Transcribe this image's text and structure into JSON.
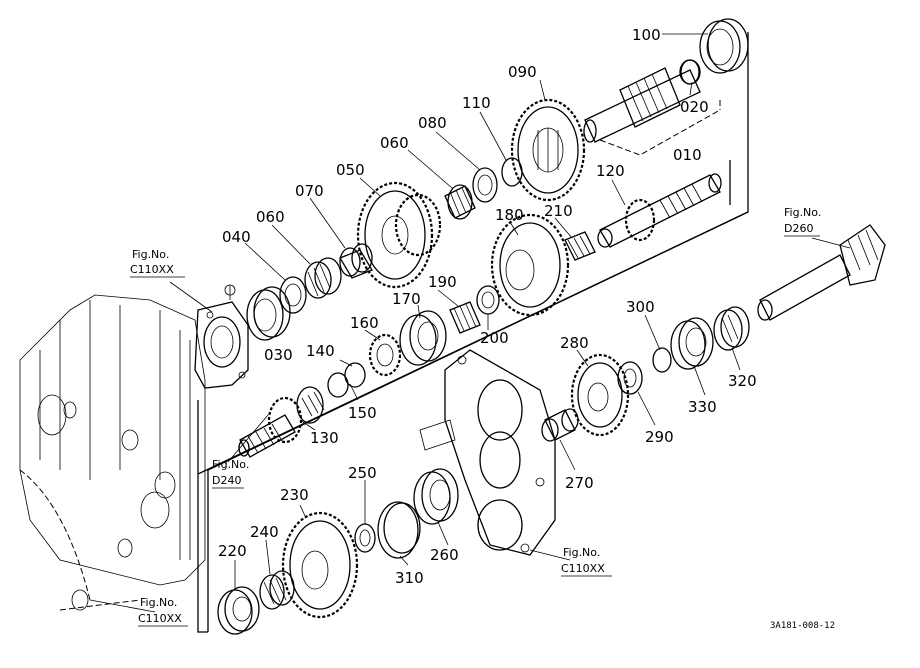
{
  "parts": [
    {
      "id": "p100",
      "label": "100"
    },
    {
      "id": "p020",
      "label": "020"
    },
    {
      "id": "p090",
      "label": "090"
    },
    {
      "id": "p010",
      "label": "010"
    },
    {
      "id": "p110",
      "label": "110"
    },
    {
      "id": "p080",
      "label": "080"
    },
    {
      "id": "p060a",
      "label": "060"
    },
    {
      "id": "p120",
      "label": "120"
    },
    {
      "id": "p050",
      "label": "050"
    },
    {
      "id": "p070",
      "label": "070"
    },
    {
      "id": "p060b",
      "label": "060"
    },
    {
      "id": "p040",
      "label": "040"
    },
    {
      "id": "p180",
      "label": "180"
    },
    {
      "id": "p210",
      "label": "210"
    },
    {
      "id": "p190",
      "label": "190"
    },
    {
      "id": "p170",
      "label": "170"
    },
    {
      "id": "p200",
      "label": "200"
    },
    {
      "id": "p160",
      "label": "160"
    },
    {
      "id": "p030",
      "label": "030"
    },
    {
      "id": "p140",
      "label": "140"
    },
    {
      "id": "p150",
      "label": "150"
    },
    {
      "id": "p130",
      "label": "130"
    },
    {
      "id": "p300",
      "label": "300"
    },
    {
      "id": "p280",
      "label": "280"
    },
    {
      "id": "p320",
      "label": "320"
    },
    {
      "id": "p330",
      "label": "330"
    },
    {
      "id": "p290",
      "label": "290"
    },
    {
      "id": "p270",
      "label": "270"
    },
    {
      "id": "p250",
      "label": "250"
    },
    {
      "id": "p230",
      "label": "230"
    },
    {
      "id": "p240",
      "label": "240"
    },
    {
      "id": "p220",
      "label": "220"
    },
    {
      "id": "p260",
      "label": "260"
    },
    {
      "id": "p310",
      "label": "310"
    }
  ],
  "figrefs": [
    {
      "id": "fc110a",
      "prefix": "Fig.No.",
      "ref": "C110XX"
    },
    {
      "id": "fd260",
      "prefix": "Fig.No.",
      "ref": "D260"
    },
    {
      "id": "fd240",
      "prefix": "Fig.No.",
      "ref": "D240"
    },
    {
      "id": "fc110b",
      "prefix": "Fig.No.",
      "ref": "C110XX"
    },
    {
      "id": "fc110c",
      "prefix": "Fig.No.",
      "ref": "C110XX"
    }
  ],
  "drawing_code": "3A181-008-12"
}
